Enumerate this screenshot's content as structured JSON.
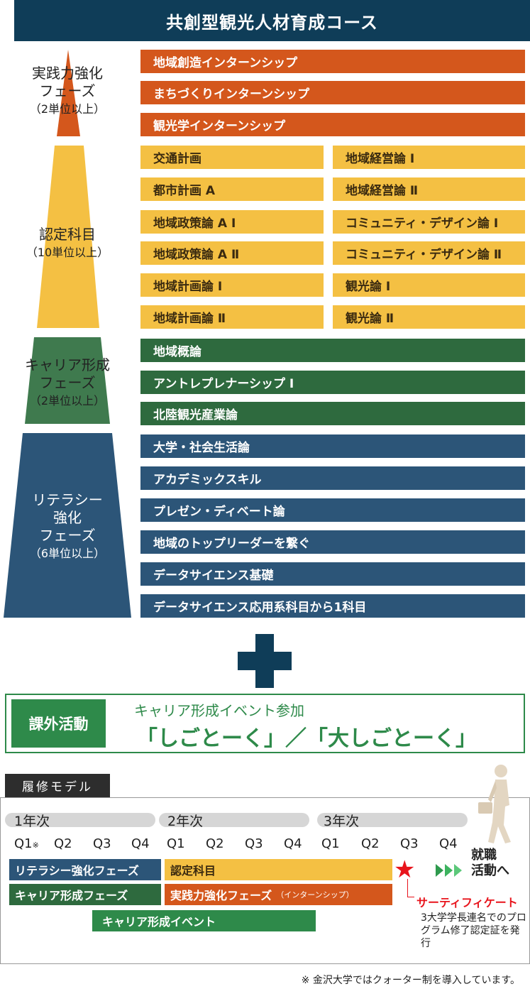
{
  "title": "共創型観光人材育成コース",
  "phases": {
    "practical": {
      "line1": "実践力強化",
      "line2": "フェーズ",
      "units": "（2単位以上）"
    },
    "certified": {
      "line1": "認定科目",
      "units": "（10単位以上）"
    },
    "career": {
      "line1": "キャリア形成",
      "line2": "フェーズ",
      "units": "（2単位以上）"
    },
    "literacy": {
      "line1": "リテラシー",
      "line2": "強化",
      "line3": "フェーズ",
      "units": "（6単位以上）"
    }
  },
  "practical_courses": [
    "地域創造インターンシップ",
    "まちづくりインターンシップ",
    "観光学インターンシップ"
  ],
  "certified_courses_left": [
    "交通計画",
    "都市計画 A",
    "地域政策論 A Ⅰ",
    "地域政策論 A Ⅱ",
    "地域計画論 Ⅰ",
    "地域計画論 Ⅱ"
  ],
  "certified_courses_right": [
    "地域経営論 Ⅰ",
    "地域経営論 Ⅱ",
    "コミュニティ・デザイン論 Ⅰ",
    "コミュニティ・デザイン論 Ⅱ",
    "観光論 Ⅰ",
    "観光論 Ⅱ"
  ],
  "career_courses": [
    "地域概論",
    "アントレプレナーシップ Ⅰ",
    "北陸観光産業論"
  ],
  "literacy_courses": [
    "大学・社会生活論",
    "アカデミックスキル",
    "プレゼン・ディベート論",
    "地域のトップリーダーを繋ぐ",
    "データサイエンス基礎",
    "データサイエンス応用系科目から1科目"
  ],
  "extra": {
    "tag": "課外活動",
    "line1": "キャリア形成イベント参加",
    "line2": "「しごとーく」／「大しごとーく」"
  },
  "model": {
    "tag": "履修モデル",
    "years": [
      "1年次",
      "2年次",
      "3年次"
    ],
    "quarters": [
      "Q1",
      "Q2",
      "Q3",
      "Q4",
      "Q1",
      "Q2",
      "Q3",
      "Q4",
      "Q1",
      "Q2",
      "Q3",
      "Q4"
    ],
    "q1_note": "※",
    "timeline": {
      "literacy": "リテラシー強化フェーズ",
      "certified": "認定科目",
      "career": "キャリア形成フェーズ",
      "practical": "実践力強化フェーズ",
      "practical_note": "（インターンシップ）",
      "event": "キャリア形成イベント"
    },
    "job_line1": "就職",
    "job_line2": "活動へ",
    "cert_title": "サーティフィケート",
    "cert_desc": "3大学学長連名でのプログラム修了認定証を発行"
  },
  "footnote": "※ 金沢大学ではクォーター制を導入しています。",
  "colors": {
    "navy": "#0f3d58",
    "orange": "#d4571c",
    "yellow": "#f4c043",
    "green": "#2e6a3e",
    "blue": "#2c5578",
    "event_green": "#2e8a4a",
    "star_red": "#e8141c"
  }
}
